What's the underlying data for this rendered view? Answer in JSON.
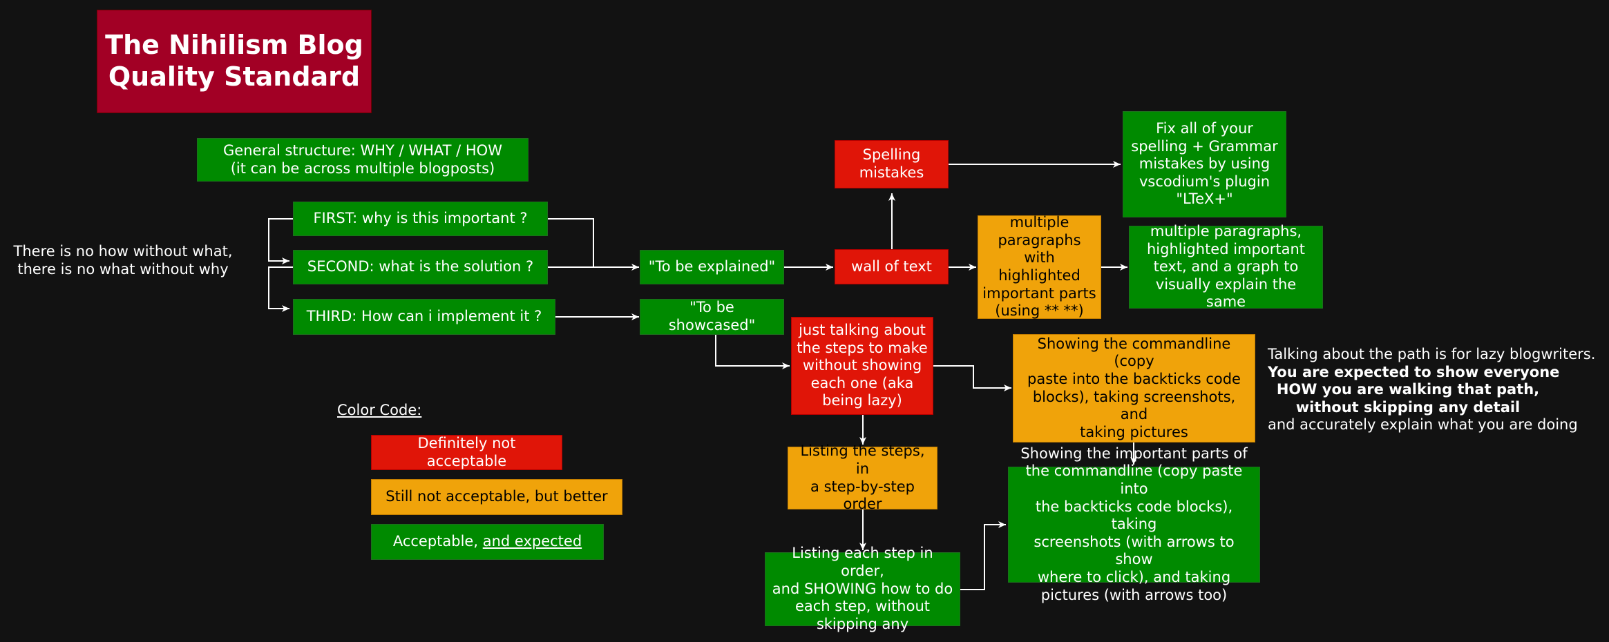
{
  "colors": {
    "background": "#121212",
    "green": "#008a00",
    "red": "#e01508",
    "orange": "#f0a30a",
    "title": "#a20025"
  },
  "title": {
    "line1": "The Nihilism Blog",
    "line2": "Quality Standard"
  },
  "structure": {
    "line1": "General structure: WHY / WHAT / HOW",
    "line2": "(it can be across multiple blogposts)"
  },
  "note_left": {
    "line1": "There is no how without what,",
    "line2": "there is no what without why"
  },
  "steps": {
    "first": "FIRST: why is this important ?",
    "second": "SECOND: what is the solution ?",
    "third": "THIRD: How can i implement it ?"
  },
  "to_be_explained": "\"To be explained\"",
  "to_be_showcased": "\"To be showcased\"",
  "wall_of_text": "wall of text",
  "spelling": {
    "line1": "Spelling",
    "line2": "mistakes"
  },
  "fix_spelling": {
    "line1": "Fix all of your",
    "line2": "spelling  + Grammar",
    "line3": "mistakes by using",
    "line4": "vscodium's plugin",
    "line5": "\"LTeX+\""
  },
  "multi_paragraphs": {
    "line1": "multiple",
    "line2": "paragraphs",
    "line3": "with highlighted",
    "line4": "important parts",
    "line5": "(using ** **)"
  },
  "multi_graph": {
    "line1": "multiple paragraphs,",
    "line2": "highlighted important",
    "line3": "text, and a graph to",
    "line4": "visually explain the same"
  },
  "just_talking": {
    "line1": "just talking about",
    "line2": "the steps to make",
    "line3": "without showing",
    "line4": "each one (aka",
    "line5": "being lazy)"
  },
  "showing_cmd": {
    "line1": "Showing the commandline (copy",
    "line2": "paste into the backticks code",
    "line3": "blocks), taking screenshots, and",
    "line4": "taking pictures"
  },
  "listing_steps": {
    "line1": "Listing the steps, in",
    "line2": "a step-by-step",
    "line3": "order"
  },
  "showing_important": {
    "line1": "Showing the important parts of",
    "line2": "the commandline (copy paste into",
    "line3": "the backticks code blocks), taking",
    "line4": "screenshots (with arrows to show",
    "line5": "where to click), and taking",
    "line6": "pictures (with arrows too)"
  },
  "listing_each": {
    "line1": "Listing each step in order,",
    "line2": "and SHOWING how to do",
    "line3": "each step, without",
    "line4": "skipping any"
  },
  "note_right": {
    "line1": "Talking about the path is for lazy blogwriters.",
    "line2": "You are expected to show everyone",
    "line3": "HOW you are walking that path,",
    "line4": "without skipping any detail",
    "line5": "and accurately explain what you are doing"
  },
  "legend": {
    "heading": "Color Code:",
    "not_acceptable": "Definitely not acceptable",
    "better": "Still not acceptable, but better",
    "acceptable_prefix": "Acceptable, ",
    "acceptable_suffix": "and expected"
  }
}
